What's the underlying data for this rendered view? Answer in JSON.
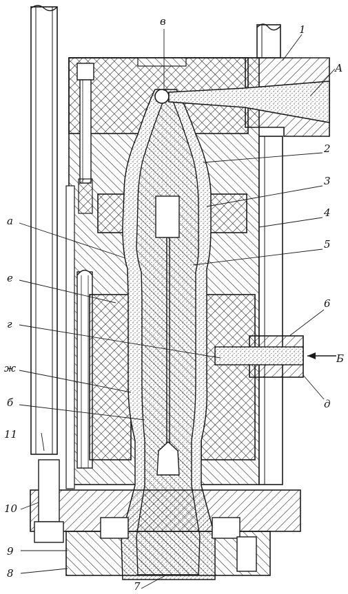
{
  "colors": {
    "ink": "#1a1a1a",
    "paper": "#ffffff",
    "stipple": "#555555"
  },
  "labels": {
    "n1": "1",
    "n2": "2",
    "n3": "3",
    "n4": "4",
    "n5": "5",
    "n6": "6",
    "n7": "7",
    "n8": "8",
    "n9": "9",
    "n10": "10",
    "n11": "11",
    "A": "А",
    "B": "Б",
    "v": "в",
    "a": "а",
    "e": "е",
    "g": "г",
    "zh": "ж",
    "b": "б",
    "d": "д"
  }
}
